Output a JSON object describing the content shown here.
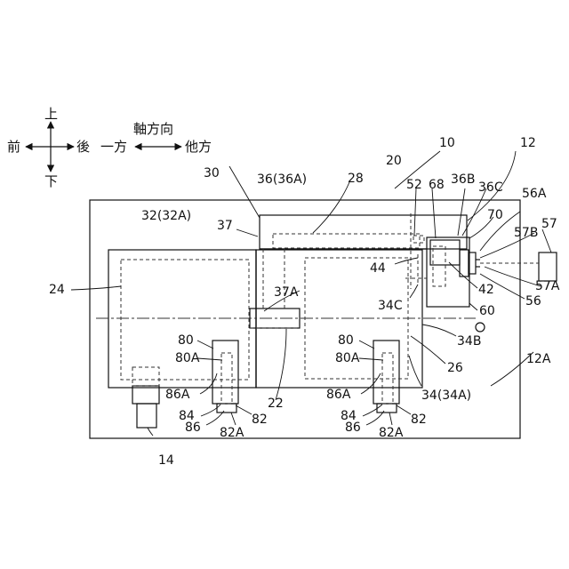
{
  "diagram": {
    "colors": {
      "line": "#111111",
      "dashed": "#333333",
      "background": "#ffffff"
    },
    "direction_legend": {
      "up": "上",
      "down": "下",
      "front": "前",
      "back": "後",
      "axial_direction": "軸方向",
      "one_side": "一方",
      "other_side": "他方"
    },
    "labels": {
      "l10": "10",
      "l12": "12",
      "l12a": "12A",
      "l14": "14",
      "l20": "20",
      "l22": "22",
      "l24": "24",
      "l26": "26",
      "l28": "28",
      "l30": "30",
      "l32": "32(32A)",
      "l34": "34(34A)",
      "l34b": "34B",
      "l34c": "34C",
      "l36": "36(36A)",
      "l36b": "36B",
      "l36c": "36C",
      "l37": "37",
      "l37a": "37A",
      "l42": "42",
      "l44": "44",
      "l52": "52",
      "l56": "56",
      "l56a": "56A",
      "l57": "57",
      "l57a": "57A",
      "l57b": "57B",
      "l60": "60",
      "l68": "68",
      "l70": "70",
      "left_80": "80",
      "left_80a": "80A",
      "left_86a": "86A",
      "left_84": "84",
      "left_86": "86",
      "left_82a": "82A",
      "left_82": "82",
      "right_80": "80",
      "right_80a": "80A",
      "right_86a": "86A",
      "right_84": "84",
      "right_86": "86",
      "right_82a": "82A",
      "right_82": "82"
    }
  }
}
